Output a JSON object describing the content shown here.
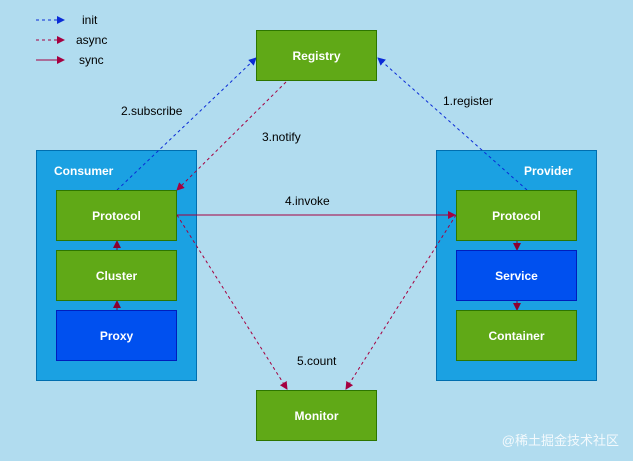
{
  "colors": {
    "background": "#b1dcef",
    "init_line": "#0a2bd6",
    "async_line": "#a50040",
    "sync_line": "#a50040",
    "green_node": "#60a917",
    "blue_node": "#0050ef",
    "container": "#1ba1e2"
  },
  "legend": {
    "init": "init",
    "async": "async",
    "sync": "sync"
  },
  "nodes": {
    "registry": "Registry",
    "monitor": "Monitor",
    "consumer_title": "Consumer",
    "consumer_protocol": "Protocol",
    "consumer_cluster": "Cluster",
    "consumer_proxy": "Proxy",
    "provider_title": "Provider",
    "provider_protocol": "Protocol",
    "provider_service": "Service",
    "provider_container": "Container"
  },
  "edges": {
    "register": "1.register",
    "subscribe": "2.subscribe",
    "notify": "3.notify",
    "invoke": "4.invoke",
    "count": "5.count"
  },
  "watermark": "@稀土掘金技术社区"
}
